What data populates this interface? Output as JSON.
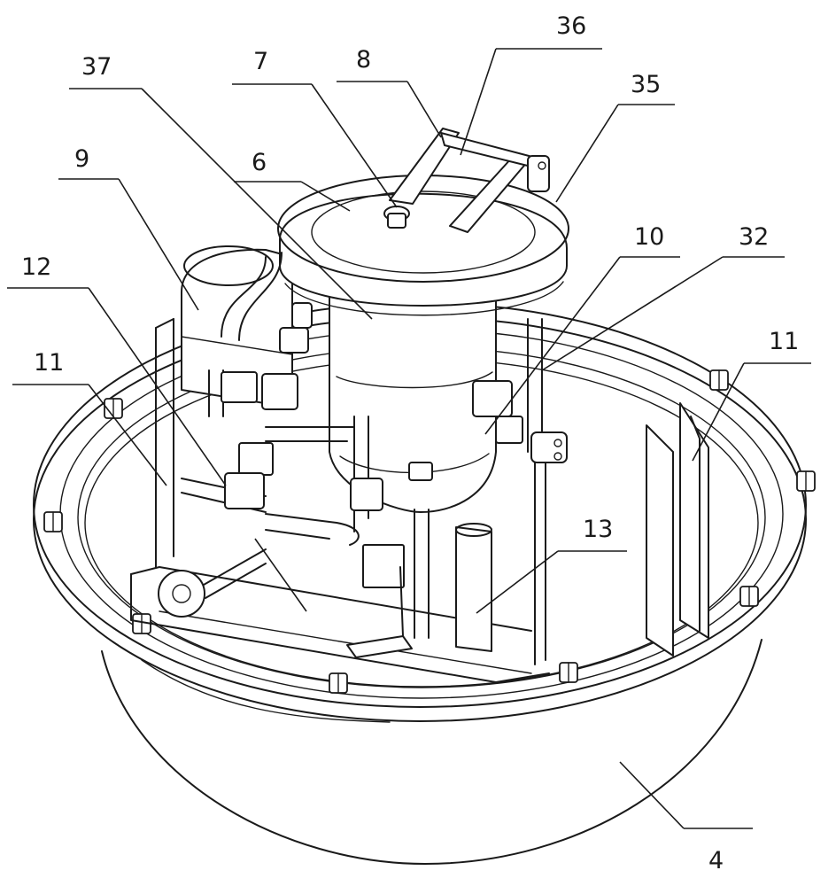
{
  "labels": [
    {
      "id": "36",
      "text": "36"
    },
    {
      "id": "7",
      "text": "7"
    },
    {
      "id": "8",
      "text": "8"
    },
    {
      "id": "37",
      "text": "37"
    },
    {
      "id": "35",
      "text": "35"
    },
    {
      "id": "6",
      "text": "6"
    },
    {
      "id": "9",
      "text": "9"
    },
    {
      "id": "10",
      "text": "10"
    },
    {
      "id": "32",
      "text": "32"
    },
    {
      "id": "12",
      "text": "12"
    },
    {
      "id": "11a",
      "text": "11"
    },
    {
      "id": "11b",
      "text": "11"
    },
    {
      "id": "13",
      "text": "13"
    },
    {
      "id": "4",
      "text": "4"
    }
  ]
}
